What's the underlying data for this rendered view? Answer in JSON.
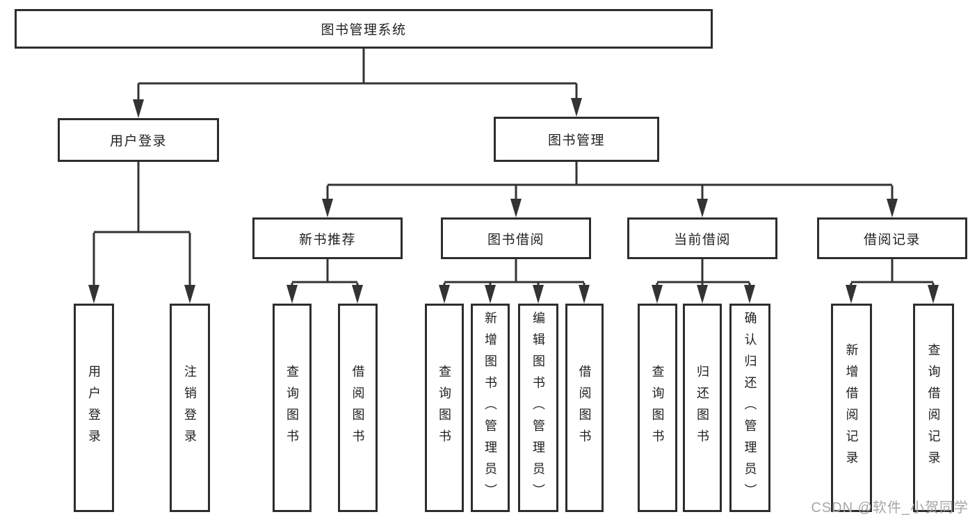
{
  "tree": {
    "root": {
      "label": "图书管理系统"
    },
    "branches": [
      {
        "label": "用户登录",
        "leaves": [
          "用户登录",
          "注销登录"
        ]
      },
      {
        "label": "图书管理",
        "groups": [
          {
            "label": "新书推荐",
            "leaves": [
              "查询图书",
              "借阅图书"
            ]
          },
          {
            "label": "图书借阅",
            "leaves": [
              "查询图书",
              "新增图书（管理员）",
              "编辑图书（管理员）",
              "借阅图书"
            ]
          },
          {
            "label": "当前借阅",
            "leaves": [
              "查询图书",
              "归还图书",
              "确认归还（管理员）"
            ]
          },
          {
            "label": "借阅记录",
            "leaves": [
              "新增借阅记录",
              "查询借阅记录"
            ]
          }
        ]
      }
    ]
  },
  "watermark": {
    "text": "CSDN @软件_小贺同学"
  },
  "colors": {
    "background": "#ffffff",
    "box_border": "#2d2d2d",
    "line": "#333333",
    "text": "#1f1f1f",
    "watermark": "#a6a6a6"
  }
}
